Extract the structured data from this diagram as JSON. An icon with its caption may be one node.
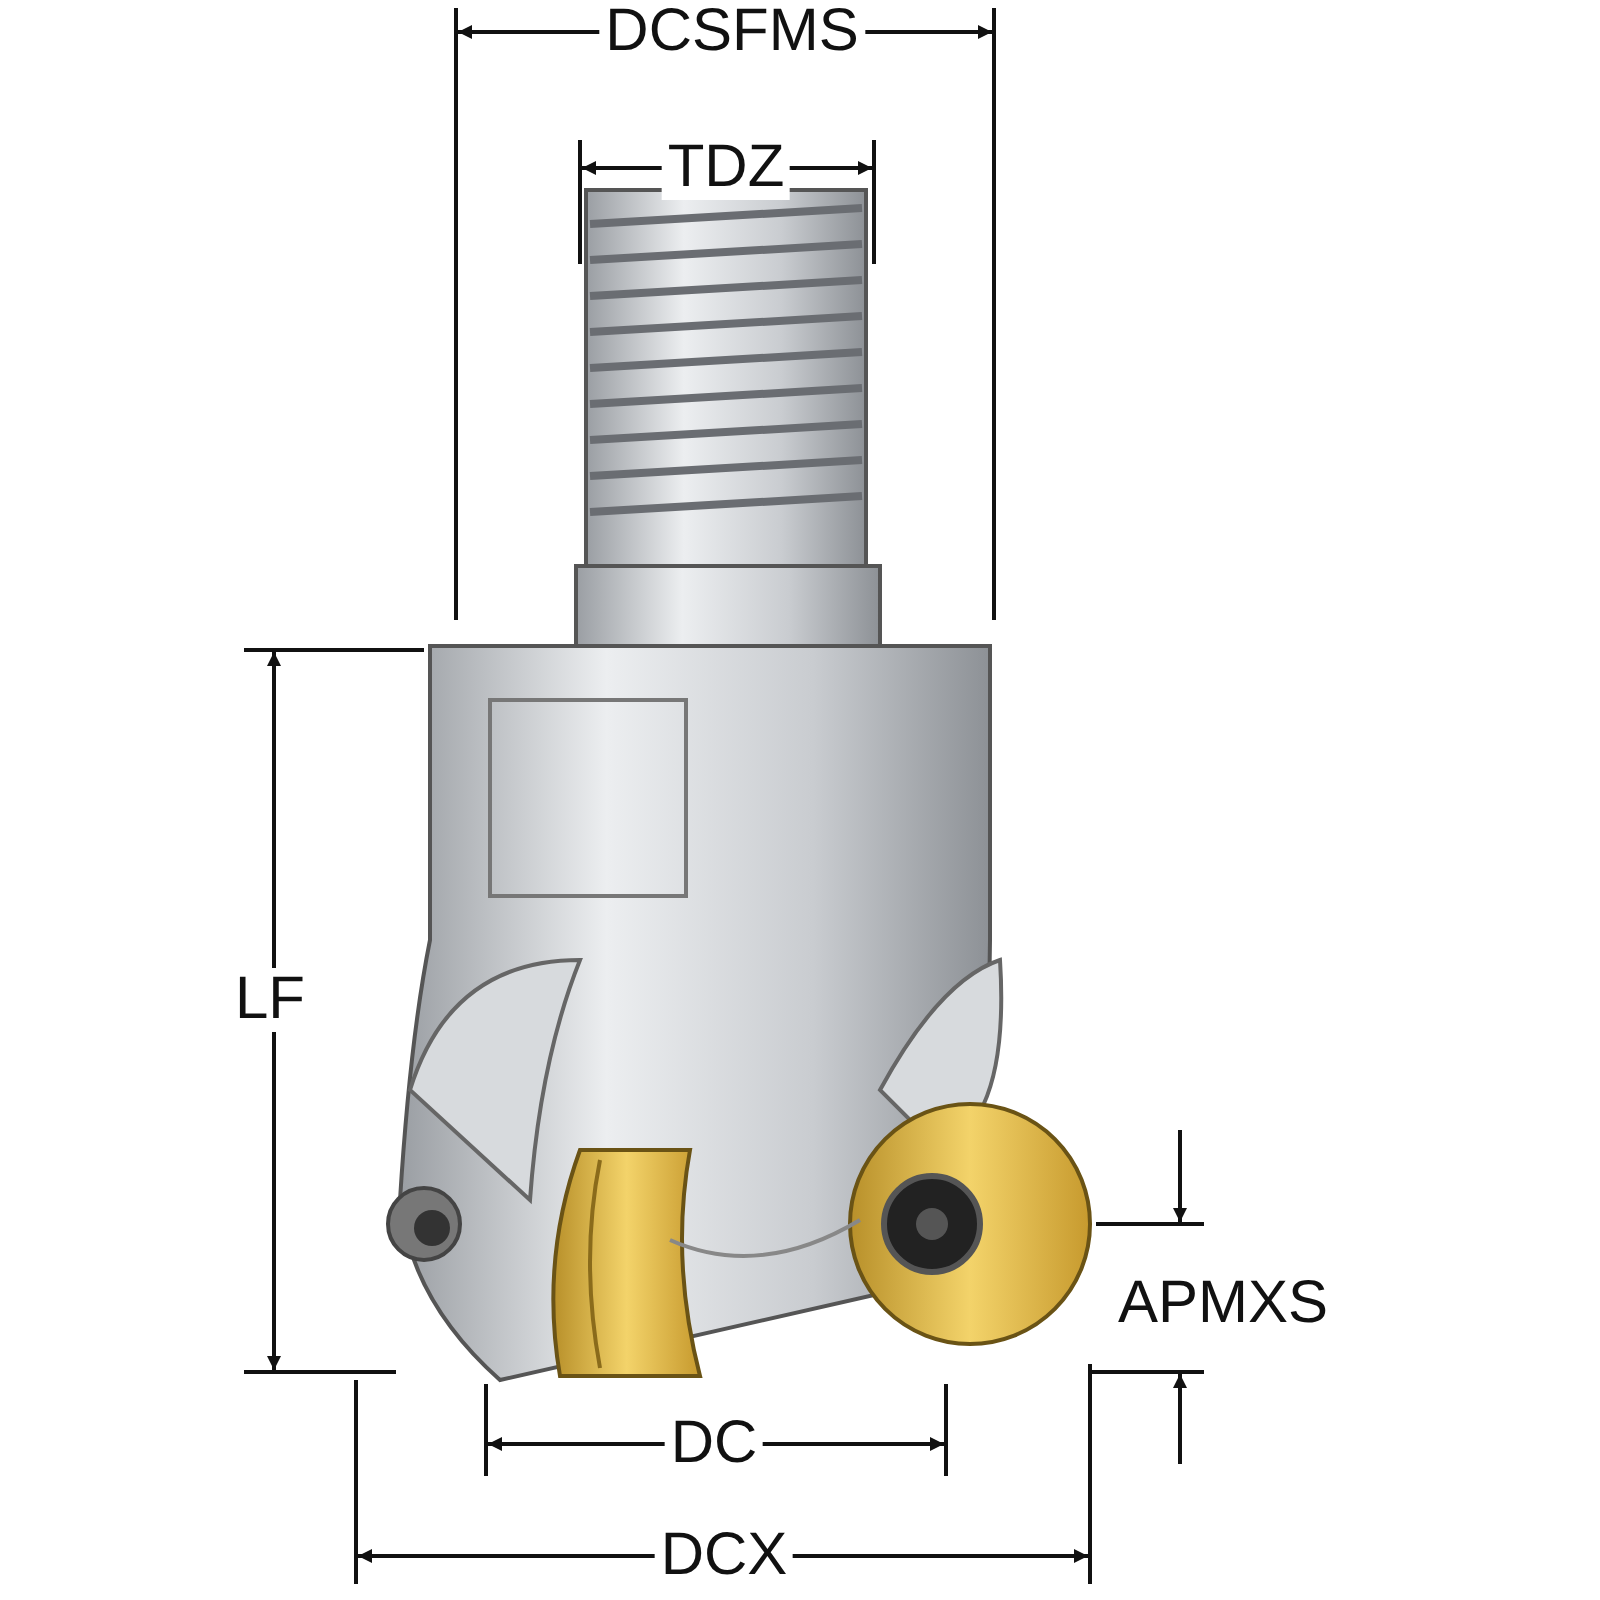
{
  "diagram": {
    "labels": [
      "DCSFMS",
      "TDZ",
      "LF",
      "APMXS",
      "DC",
      "DCX"
    ]
  }
}
